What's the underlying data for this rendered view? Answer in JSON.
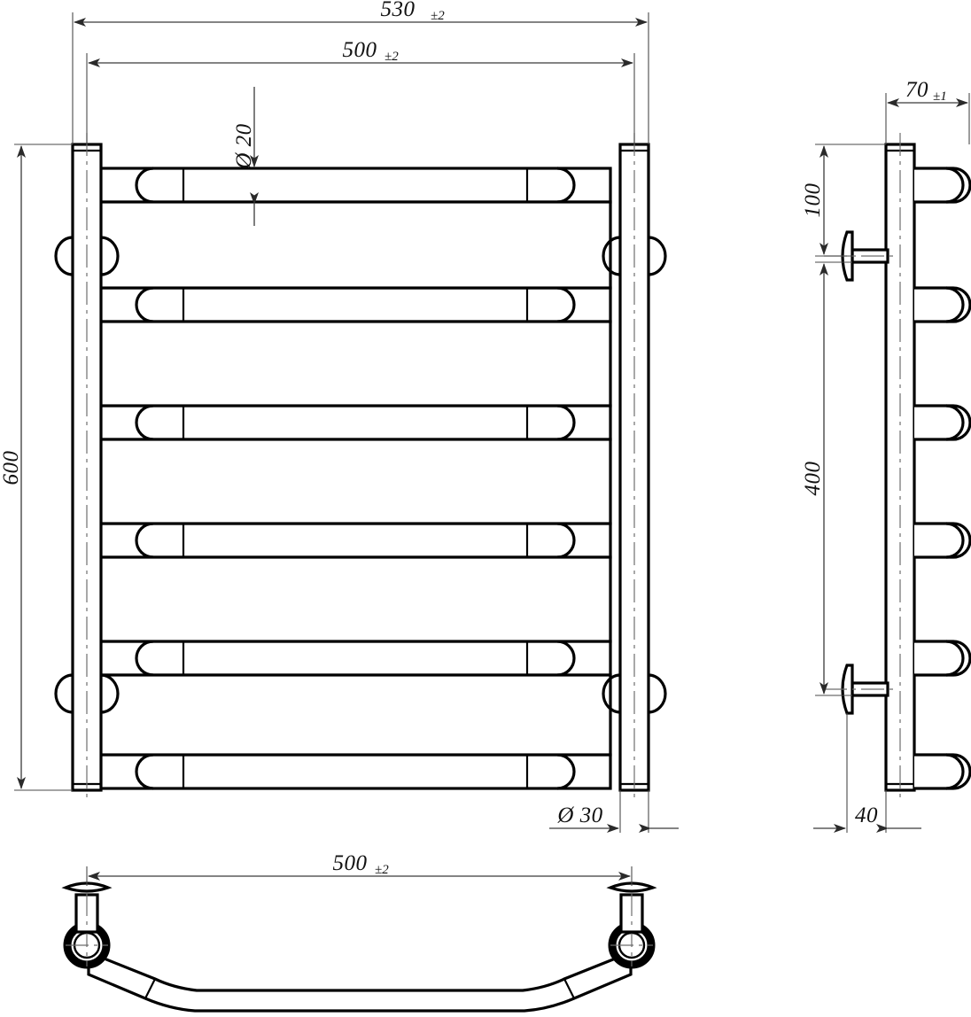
{
  "drawing": {
    "title": "Heated towel rail technical drawing",
    "views": {
      "front": "front-view",
      "side": "side-view",
      "top": "top-view"
    },
    "line_color": "#000000",
    "dimension_color": "#3a3a3a"
  },
  "dimensions": {
    "overall_width": {
      "value": "530",
      "tolerance": "±2",
      "view": "front",
      "orientation": "horizontal"
    },
    "center_width": {
      "value": "500",
      "tolerance": "±2",
      "view": "front",
      "orientation": "horizontal"
    },
    "overall_height": {
      "value": "600",
      "tolerance": "",
      "view": "front",
      "orientation": "vertical"
    },
    "rung_diameter": {
      "value": "Ø 20",
      "tolerance": "",
      "view": "front",
      "orientation": "vertical"
    },
    "riser_diameter": {
      "value": "Ø 30",
      "tolerance": "",
      "view": "front",
      "orientation": "horizontal"
    },
    "side_depth": {
      "value": "70",
      "tolerance": "±1",
      "view": "side",
      "orientation": "horizontal"
    },
    "top_bracket_offset": {
      "value": "100",
      "tolerance": "",
      "view": "side",
      "orientation": "vertical"
    },
    "bracket_spacing": {
      "value": "400",
      "tolerance": "",
      "view": "side",
      "orientation": "vertical"
    },
    "bracket_depth": {
      "value": "40",
      "tolerance": "",
      "view": "side",
      "orientation": "horizontal"
    },
    "top_view_width": {
      "value": "500",
      "tolerance": "±2",
      "view": "top",
      "orientation": "horizontal"
    }
  },
  "front_view": {
    "rung_count": 6,
    "panel_count": 5,
    "riser_count": 2
  },
  "side_view": {
    "rung_stub_count": 6,
    "bracket_count": 2
  },
  "top_view": {
    "bracket_count": 2,
    "bend_count": 2
  }
}
